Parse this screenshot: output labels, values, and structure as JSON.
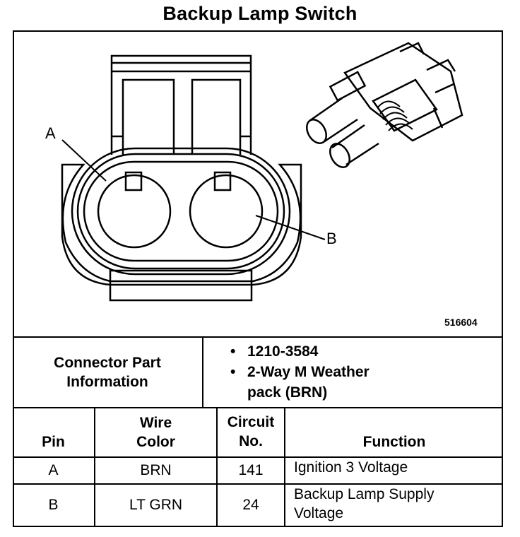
{
  "title": "Backup Lamp Switch",
  "figure_id": "516604",
  "pin_labels": {
    "a": "A",
    "b": "B"
  },
  "connector": {
    "label_line1": "Connector Part",
    "label_line2": "Information",
    "bullets": [
      "1210-3584",
      "2-Way M Weather",
      "pack (BRN)"
    ],
    "bullet_char": "•"
  },
  "table": {
    "headers": {
      "pin": "Pin",
      "wire_color_1": "Wire",
      "wire_color_2": "Color",
      "circuit_1": "Circuit",
      "circuit_2": "No.",
      "function": "Function"
    },
    "rows": [
      {
        "pin": "A",
        "wire_color": "BRN",
        "circuit": "141",
        "function_1": "Ignition 3 Voltage",
        "function_2": ""
      },
      {
        "pin": "B",
        "wire_color": "LT GRN",
        "circuit": "24",
        "function_1": "Backup Lamp Supply",
        "function_2": "Voltage"
      }
    ]
  }
}
